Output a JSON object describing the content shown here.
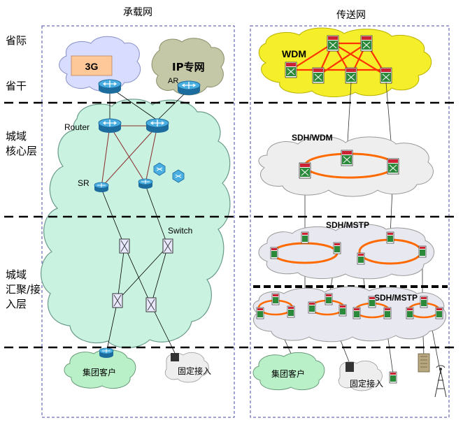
{
  "columns": {
    "left": "承载网",
    "right": "传送网"
  },
  "layers": {
    "provincial": "省际",
    "trunk": "省干",
    "core_line1": "城域",
    "core_line2": "核心层",
    "agg_line1": "城域",
    "agg_line2": "汇聚/接",
    "agg_line3": "入层"
  },
  "bearer": {
    "cloud_3g": "3G",
    "cloud_ip": "IP专网",
    "ar_label": "AR",
    "router_label": "Router",
    "sr_label": "SR",
    "switch_label": "Switch",
    "group_customer": "集团客户",
    "fixed_access": "固定接入"
  },
  "transport": {
    "wdm_label": "WDM",
    "sdh_wdm_label": "SDH/WDM",
    "sdh_mstp_label_1": "SDH/MSTP",
    "sdh_mstp_label_2": "SDH/MSTP",
    "group_customer": "集团客户",
    "fixed_access": "固定接入"
  },
  "colors": {
    "bearer_cloud": "#c9f2e1",
    "wdm_cloud": "#f4ef2a",
    "grey_cloud": "#eeeeee",
    "ring": "#ff6a00",
    "router": "#2f8fc8",
    "dashed_frame": "#4a4aa8"
  }
}
